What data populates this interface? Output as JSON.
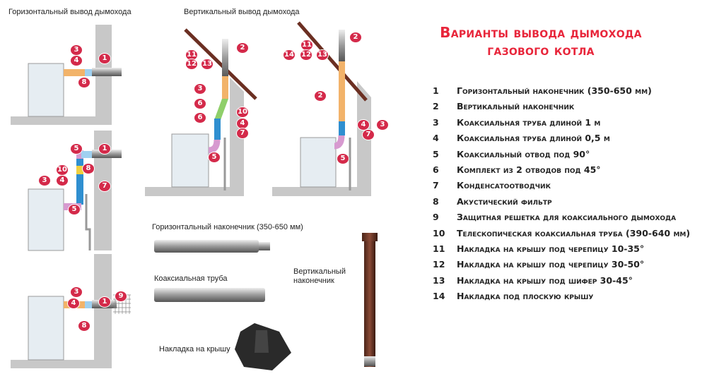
{
  "headings": {
    "horizontal": "Горизонтальный вывод дымохода",
    "vertical": "Вертикальный вывод дымохода"
  },
  "title": [
    "Варианты вывода дымохода",
    "газового котла"
  ],
  "diagram_badges": {
    "h1": [
      "3",
      "4",
      "1",
      "8"
    ],
    "h2": [
      "5",
      "1",
      "10",
      "8",
      "3",
      "4",
      "7",
      "5"
    ],
    "h3": [
      "3",
      "4",
      "1",
      "8",
      "9"
    ],
    "v1": [
      "2",
      "11",
      "12",
      "13",
      "3",
      "6",
      "6",
      "10",
      "4",
      "7",
      "5"
    ],
    "v2": [
      "2",
      "11",
      "14",
      "12",
      "13",
      "2",
      "4",
      "3",
      "7",
      "5"
    ]
  },
  "products": {
    "horizontal_tip": "Горизонтальный наконечник (350-650 мм)",
    "coaxial_pipe": "Коаксиальная труба",
    "vertical_tip": [
      "Вертикальный",
      "наконечник"
    ],
    "roof_flashing": "Накладка на крышу"
  },
  "legend": [
    {
      "num": "1",
      "text": "Горизонтальный наконечник (350-650 мм)"
    },
    {
      "num": "2",
      "text": "Вертикальный наконечник"
    },
    {
      "num": "3",
      "text": "Коаксиальная труба длиной 1 м"
    },
    {
      "num": "4",
      "text": "Коаксиальная труба длиной 0,5 м"
    },
    {
      "num": "5",
      "text": "Коаксиальный отвод под 90°"
    },
    {
      "num": "6",
      "text": "Комплект из 2 отводов под 45°"
    },
    {
      "num": "7",
      "text": "Конденсатоотводчик"
    },
    {
      "num": "8",
      "text": "Акустический фильтр"
    },
    {
      "num": "9",
      "text": "Защитная решетка для коаксиального дымохода"
    },
    {
      "num": "10",
      "text": "Телескопическая коаксиальная труба (390-640 мм)"
    },
    {
      "num": "11",
      "text": "Накладка на крышу под черепицу 10-35°"
    },
    {
      "num": "12",
      "text": "Накладка на крышу под черепицу 30-50°"
    },
    {
      "num": "13",
      "text": "Накладка на крышу под шифер 30-45°"
    },
    {
      "num": "14",
      "text": "Накладка под плоскую крышу"
    }
  ],
  "colors": {
    "accent": "#e8253a",
    "badge": "#d42a4a",
    "wall": "#c8c8c8",
    "roof": "#6b2f22",
    "pipe_orange": "#f2b36a",
    "pipe_blue": "#2f8fd0",
    "pipe_pink": "#d79ad0"
  }
}
